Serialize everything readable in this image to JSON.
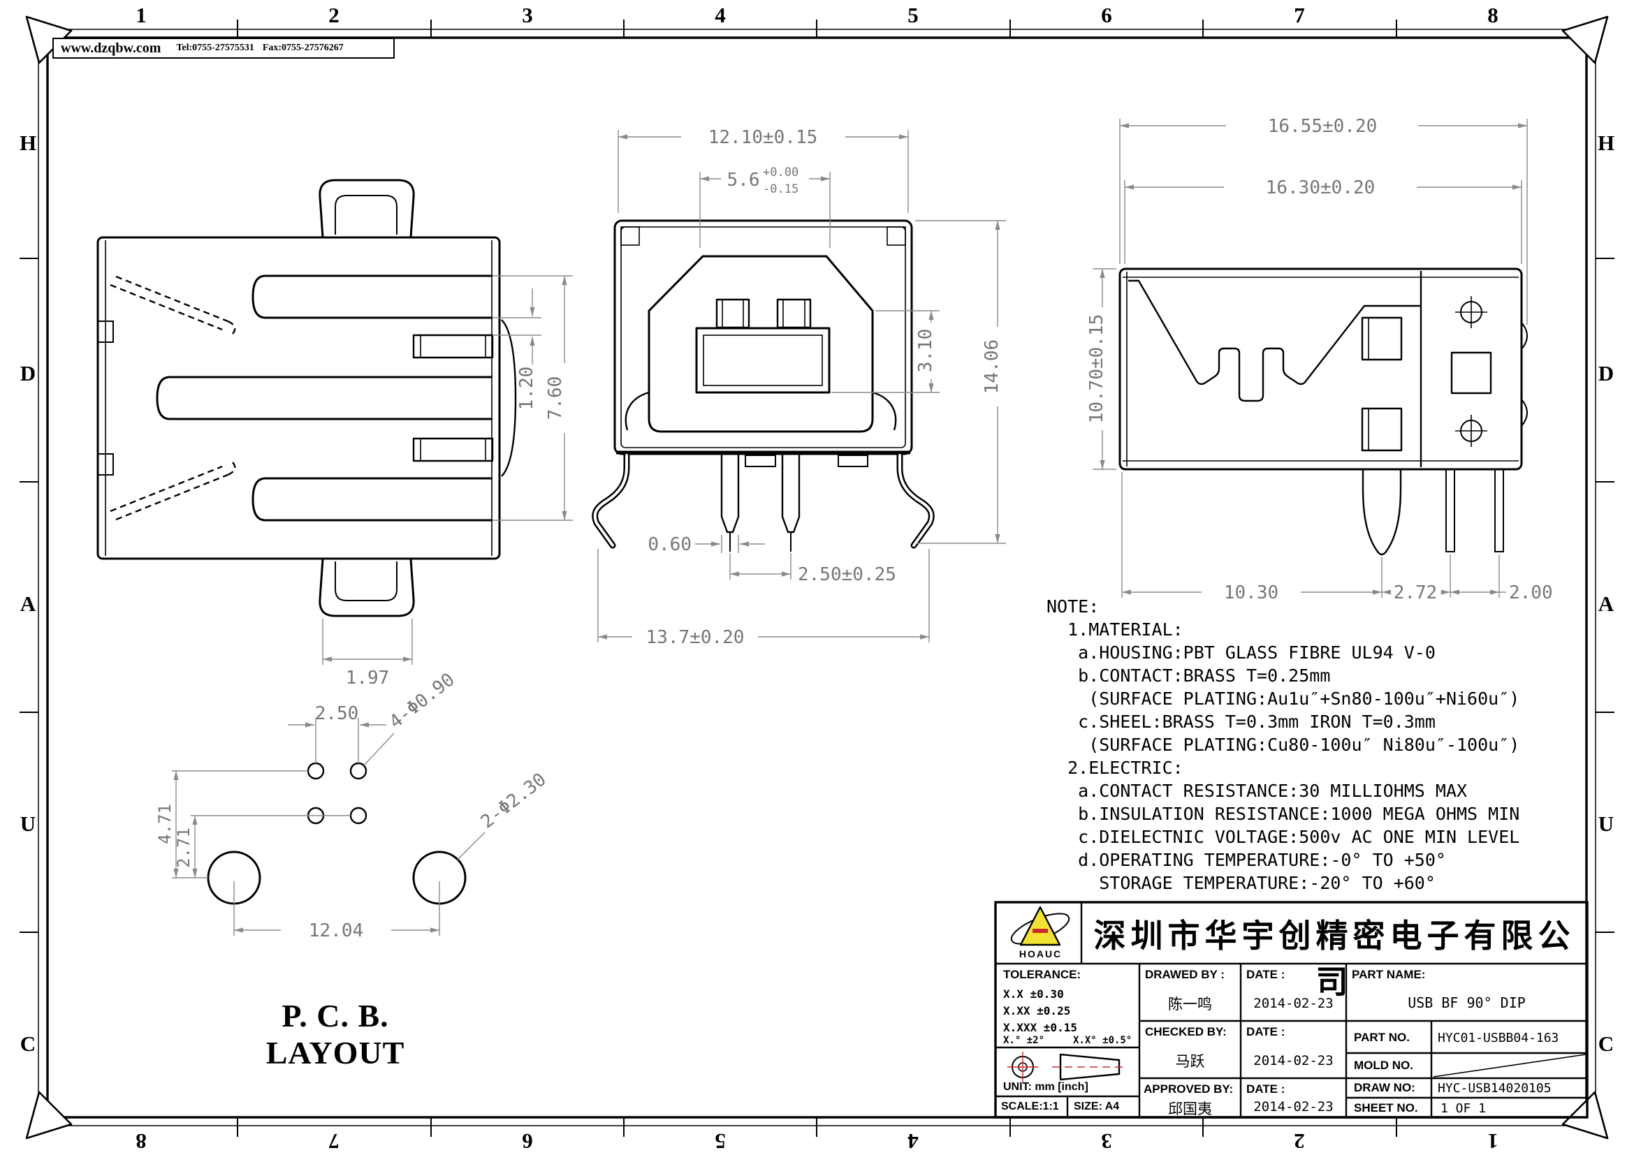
{
  "sheet": {
    "header": {
      "website": "www.dzqbw.com",
      "tel": "Tel:0755-27575531",
      "fax": "Fax:0755-27576267"
    },
    "zones": {
      "top": [
        "1",
        "2",
        "3",
        "4",
        "5",
        "6",
        "7",
        "8"
      ],
      "bottom": [
        "8",
        "7",
        "6",
        "5",
        "4",
        "3",
        "2",
        "1"
      ],
      "left": [
        "H",
        "D",
        "A",
        "U",
        "C"
      ],
      "right": [
        "H",
        "D",
        "A",
        "U",
        "C"
      ]
    }
  },
  "views": {
    "top": {
      "bar": "1.20",
      "span": "7.60",
      "tab": "1.97"
    },
    "front": {
      "w": "12.10±0.15",
      "slot": "5.6",
      "slot_p": "+0.00",
      "slot_m": "-0.15",
      "h_open": "3.10",
      "h_total": "14.06",
      "pin_w": "0.60",
      "pitch": "2.50±0.25",
      "w_legs": "13.7±0.20"
    },
    "side": {
      "w_out": "16.55±0.20",
      "w_in": "16.30±0.20",
      "h": "10.70±0.15",
      "leg": "10.30",
      "p1": "2.72",
      "p2": "2.00"
    },
    "pcb": {
      "title": "P. C. B. LAYOUT",
      "pitch": "2.50",
      "small_holes": "4-Φ0.90",
      "v1": "4.71",
      "v2": "2.71",
      "big_holes": "2-Φ2.30",
      "span": "12.04"
    }
  },
  "note": {
    "lines": [
      "NOTE:",
      "  1.MATERIAL:",
      "   a.HOUSING:PBT GLASS FIBRE UL94 V-0",
      "   b.CONTACT:BRASS T=0.25mm",
      "    (SURFACE PLATING:Au1u″+Sn80-100u″+Ni60u″)",
      "   c.SHEEL:BRASS T=0.3mm IRON T=0.3mm",
      "    (SURFACE PLATING:Cu80-100u″ Ni80u″-100u″)",
      "  2.ELECTRIC:",
      "   a.CONTACT RESISTANCE:30 MILLIOHMS MAX",
      "   b.INSULATION RESISTANCE:1000 MEGA OHMS MIN",
      "   c.DIELECTNIC VOLTAGE:500v AC ONE MIN LEVEL",
      "   d.OPERATING TEMPERATURE:-0° TO +50°",
      "     STORAGE TEMPERATURE:-20° TO +60°"
    ]
  },
  "title_block": {
    "logo": {
      "text": "HOAUC"
    },
    "company": "深圳市华宇创精密电子有限公司",
    "tolerance": {
      "title": "TOLERANCE:",
      "row1": "X.X    ±0.30",
      "row2": "X.XX   ±0.25",
      "row3": "X.XXX  ±0.15",
      "row4": "X.°  ±2°",
      "row5": "X.X° ±0.5°",
      "unit": "UNIT:  mm  [inch]",
      "scale": "SCALE:1:1",
      "size": "SIZE:  A4"
    },
    "drawed": {
      "label": "DRAWED BY :",
      "date_label": "DATE :",
      "name": "陈一鸣",
      "date": "2014-02-23"
    },
    "checked": {
      "label": "CHECKED BY:",
      "date_label": "DATE :",
      "name": "马跃",
      "date": "2014-02-23"
    },
    "approved": {
      "label": "APPROVED BY:",
      "date_label": "DATE :",
      "name": "邱国夷",
      "date": "2014-02-23"
    },
    "part_name": {
      "label": "PART NAME:",
      "value": "USB BF 90° DIP"
    },
    "part_no": {
      "label": "PART NO.",
      "value": "HYC01-USBB04-163"
    },
    "mold_no": {
      "label": "MOLD NO.",
      "value": ""
    },
    "draw_no": {
      "label": "DRAW NO:",
      "value": "HYC-USB14020105"
    },
    "sheet_no": {
      "label": "SHEET NO.",
      "value": "1 OF 1"
    }
  }
}
